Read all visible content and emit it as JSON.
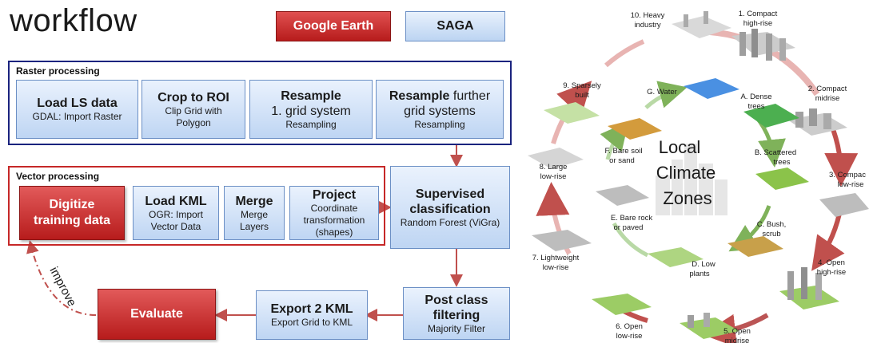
{
  "title": "workflow",
  "legend": {
    "red": "Google Earth",
    "blue": "SAGA"
  },
  "raster": {
    "label": "Raster processing",
    "load": {
      "title": "Load LS data",
      "sub": "GDAL: Import Raster"
    },
    "crop": {
      "title": "Crop to ROI",
      "sub1": "Clip Grid with",
      "sub2": "Polygon"
    },
    "resample1": {
      "title": "Resample",
      "line": "1. grid system",
      "sub": "Resampling"
    },
    "resample2": {
      "title": "Resample",
      "title_rest": " further",
      "line": "grid systems",
      "sub": "Resampling"
    }
  },
  "vector": {
    "label": "Vector processing",
    "digitize": {
      "line1": "Digitize",
      "line2": "training data"
    },
    "loadkml": {
      "title": "Load KML",
      "sub1": "OGR: Import",
      "sub2": "Vector Data"
    },
    "merge": {
      "title": "Merge",
      "sub1": "Merge",
      "sub2": "Layers"
    },
    "project": {
      "title": "Project",
      "sub1": "Coordinate",
      "sub2": "transformation",
      "sub3": "(shapes)"
    }
  },
  "supervised": {
    "line1": "Supervised",
    "line2": "classification",
    "sub": "Random Forest (ViGra)"
  },
  "postclass": {
    "line1": "Post class",
    "line2": "filtering",
    "sub": "Majority Filter"
  },
  "export": {
    "title": "Export 2 KML",
    "sub": "Export Grid to KML"
  },
  "evaluate": "Evaluate",
  "improve": "improve",
  "lcz": {
    "center": [
      "Local",
      "Climate",
      "Zones"
    ],
    "outer": [
      {
        "id": "10",
        "lines": [
          "10. Heavy",
          "industry"
        ]
      },
      {
        "id": "1",
        "lines": [
          "1. Compact",
          "high-rise"
        ]
      },
      {
        "id": "2",
        "lines": [
          "2. Compact",
          "midrise"
        ]
      },
      {
        "id": "3",
        "lines": [
          "3. Compac",
          "low-rise"
        ]
      },
      {
        "id": "4",
        "lines": [
          "4. Open",
          "high-rise"
        ]
      },
      {
        "id": "5",
        "lines": [
          "5. Open",
          "midrise"
        ]
      },
      {
        "id": "6",
        "lines": [
          "6. Open",
          "low-rise"
        ]
      },
      {
        "id": "7",
        "lines": [
          "7. Lightweight",
          "low-rise"
        ]
      },
      {
        "id": "8",
        "lines": [
          "8. Large",
          "low-rise"
        ]
      },
      {
        "id": "9",
        "lines": [
          "9. Sparsely",
          "built"
        ]
      }
    ],
    "inner": [
      {
        "id": "G",
        "lines": [
          "G. Water"
        ]
      },
      {
        "id": "A",
        "lines": [
          "A. Dense",
          "trees"
        ]
      },
      {
        "id": "B",
        "lines": [
          "B. Scattered",
          "trees"
        ]
      },
      {
        "id": "C",
        "lines": [
          "C. Bush,",
          "scrub"
        ]
      },
      {
        "id": "D",
        "lines": [
          "D. Low",
          "plants"
        ]
      },
      {
        "id": "E",
        "lines": [
          "E. Bare rock",
          "or paved"
        ]
      },
      {
        "id": "F",
        "lines": [
          "F. Bare soil",
          "or sand"
        ]
      }
    ]
  },
  "colors": {
    "navy": "#1a237e",
    "red": "#c62828",
    "box_blue": "#bed5f3",
    "arrow_red": "#c0504d",
    "arrow_green": "#8fbf6a"
  }
}
